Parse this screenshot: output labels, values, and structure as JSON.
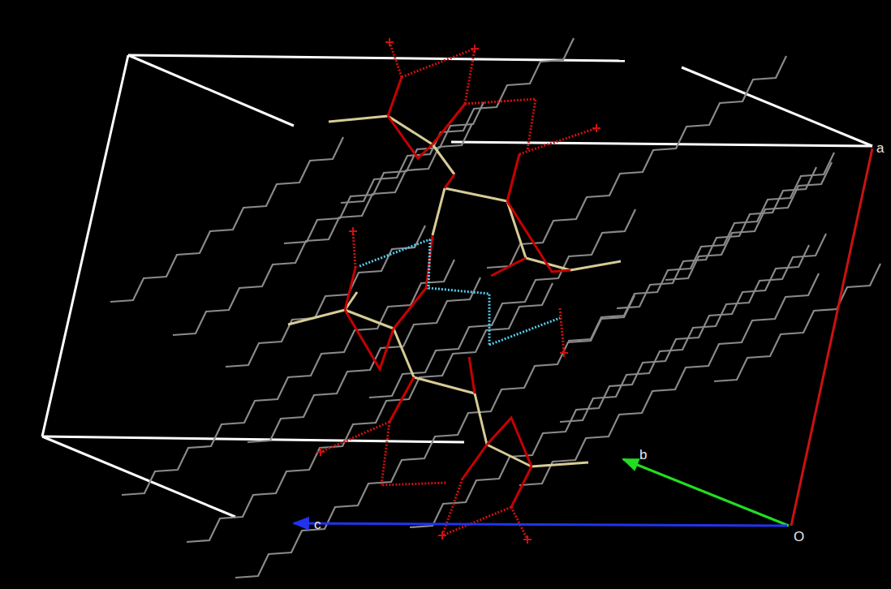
{
  "diagram": {
    "labels": [
      "a",
      "b",
      "c",
      "O"
    ]
  }
}
